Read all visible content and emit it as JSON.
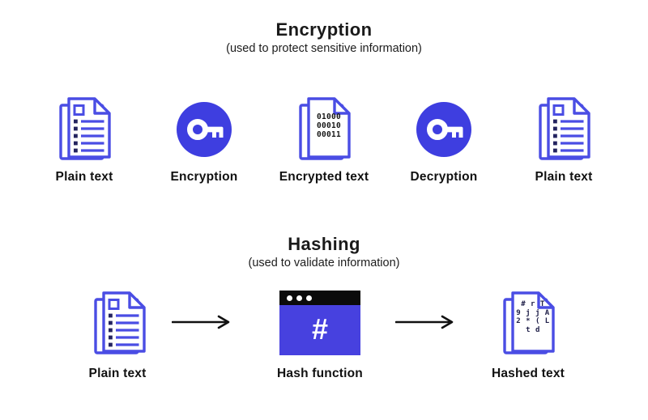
{
  "colors": {
    "doc_blue": "#4a4de4",
    "bullet_navy": "#23235f",
    "key_circle_blue": "#3e3ee0",
    "hash_body_blue": "#4741df",
    "window_bar_black": "#0b0b0b",
    "text_dark": "#1a1a1a",
    "arrow_black": "#111111"
  },
  "encryption": {
    "title": "Encryption",
    "subtitle": "(used to protect sensitive information)",
    "items": [
      {
        "icon": "documents-icon",
        "label": "Plain text"
      },
      {
        "icon": "key-icon",
        "label": "Encryption"
      },
      {
        "icon": "documents-binary-icon",
        "label": "Encrypted text",
        "content": [
          "01000",
          "00010",
          "00011"
        ]
      },
      {
        "icon": "key-icon",
        "label": "Decryption"
      },
      {
        "icon": "documents-icon",
        "label": "Plain text"
      }
    ]
  },
  "hashing": {
    "title": "Hashing",
    "subtitle": "(used to validate information)",
    "items": [
      {
        "icon": "documents-icon",
        "label": "Plain text"
      },
      {
        "icon": "hash-window-icon",
        "label": "Hash function",
        "symbol": "#"
      },
      {
        "icon": "documents-hashed-icon",
        "label": "Hashed text",
        "content": [
          "# r T",
          "9 j j A",
          "2 * ( L",
          "t d"
        ]
      }
    ]
  }
}
